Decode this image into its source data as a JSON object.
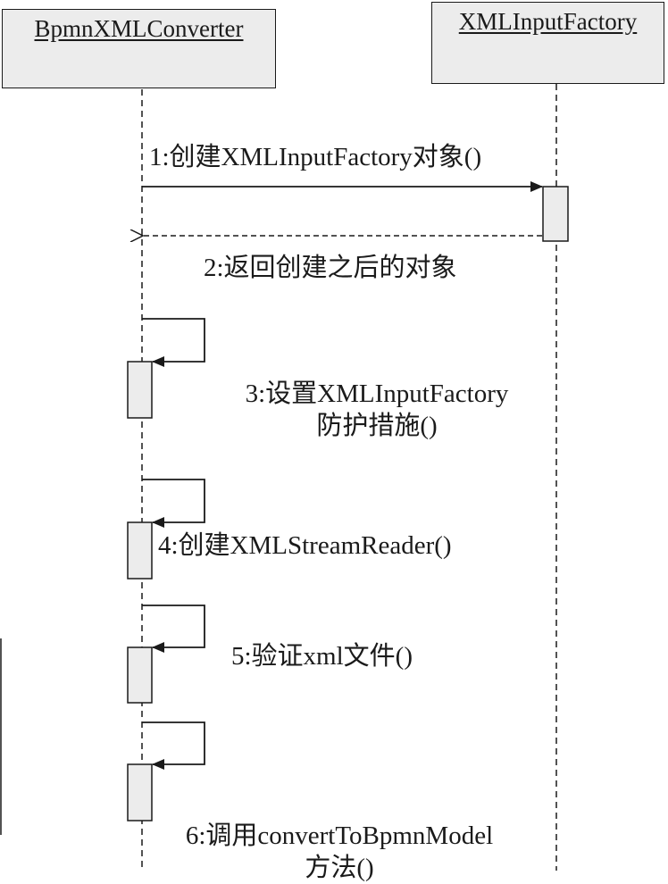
{
  "participants": {
    "converter": "BpmnXMLConverter",
    "factory": "XMLInputFactory"
  },
  "messages": {
    "m1": "1:创建XMLInputFactory对象()",
    "m2": "2:返回创建之后的对象",
    "m3_line1": "3:设置XMLInputFactory",
    "m3_line2": "防护措施()",
    "m4": "4:创建XMLStreamReader()",
    "m5": "5:验证xml文件()",
    "m6_line1": "6:调用convertToBpmnModel",
    "m6_line2": "方法()"
  }
}
